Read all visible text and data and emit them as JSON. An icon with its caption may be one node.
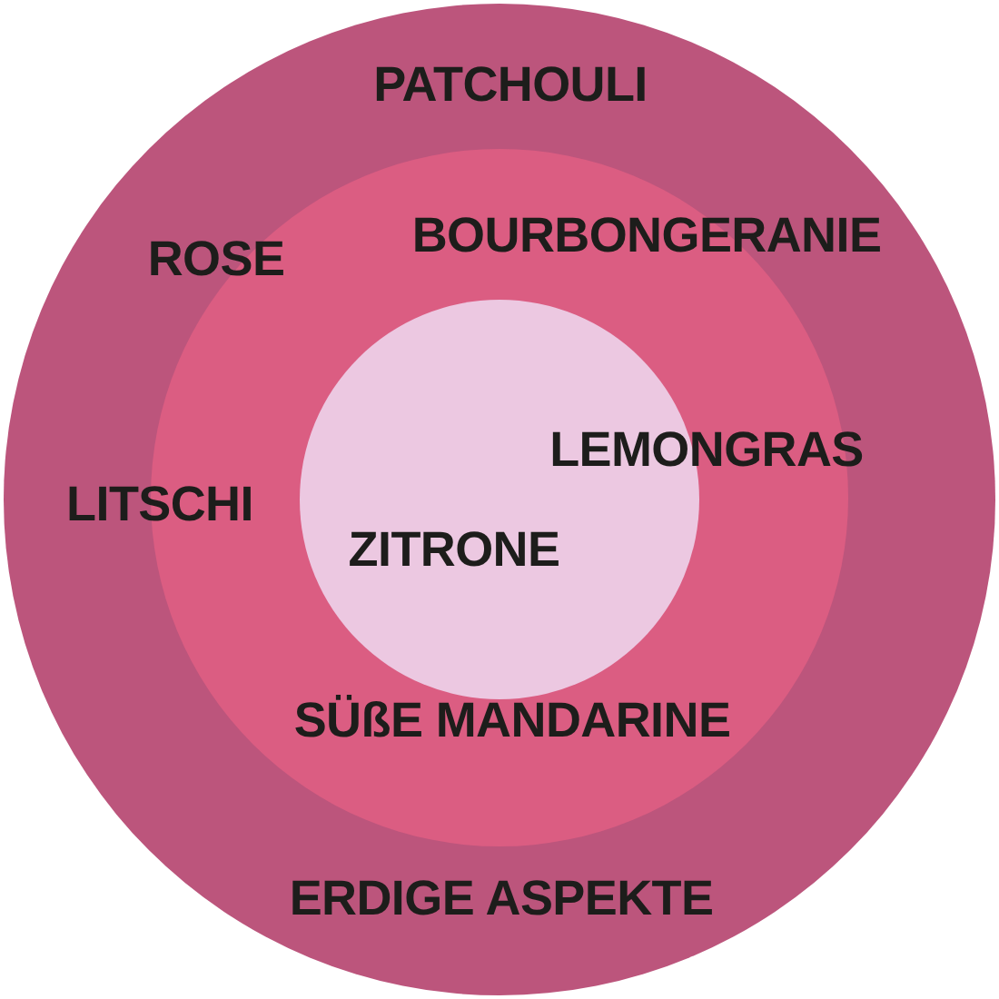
{
  "diagram": {
    "nodes": [
      {
        "text": [
          "PATCHOULI",
          "ERDIGE ASPEKTE"
        ]
      },
      {
        "text": [
          "BOURBONGERANIE",
          "ROSE",
          "LEMONGRAS",
          "LITSCHI",
          "SÜßE MANDARINE"
        ],
        "in": 0
      },
      {
        "text": [
          "ZITRONE"
        ],
        "in": 1
      }
    ]
  }
}
